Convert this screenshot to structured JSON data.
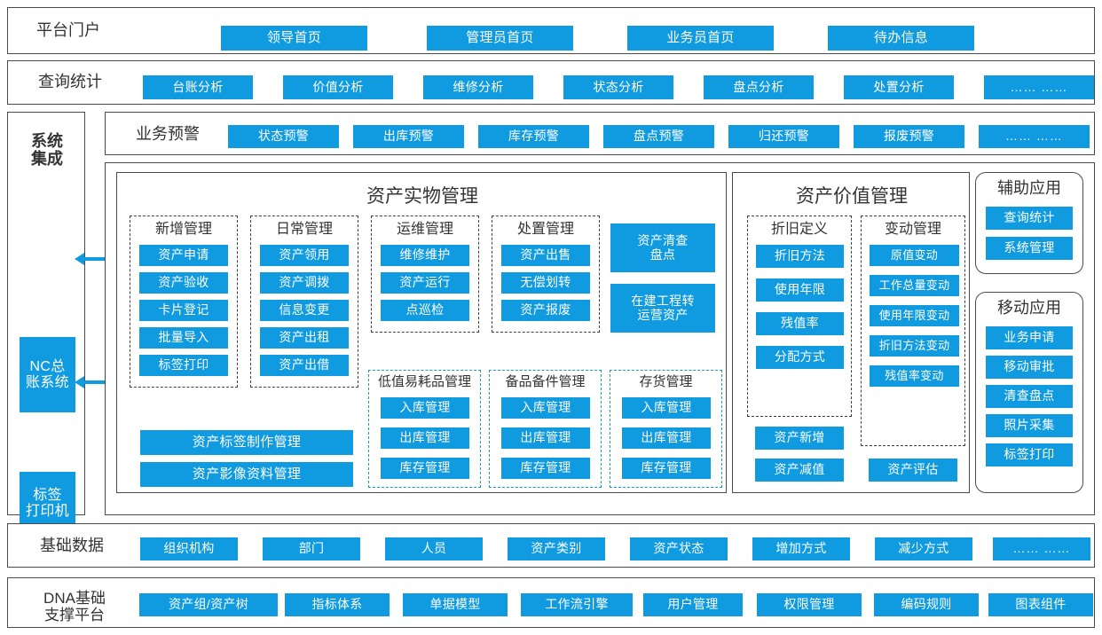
{
  "meta": {
    "accent": "#109BE0",
    "border": "#4a4a4a",
    "text": "#333333"
  },
  "rows": {
    "portal": {
      "label": "平台门户",
      "items": [
        "领导首页",
        "管理员首页",
        "业务员首页",
        "待办信息"
      ]
    },
    "query": {
      "label": "查询统计",
      "items": [
        "台账分析",
        "价值分析",
        "维修分析",
        "状态分析",
        "盘点分析",
        "处置分析",
        "…… ……"
      ]
    },
    "basedata": {
      "label": "基础数据",
      "items": [
        "组织机构",
        "部门",
        "人员",
        "资产类别",
        "资产状态",
        "增加方式",
        "减少方式",
        "…… ……"
      ]
    },
    "dna": {
      "label": "DNA基础\n支撑平台",
      "items": [
        "资产组/资产树",
        "指标体系",
        "单据模型",
        "工作流引擎",
        "用户管理",
        "权限管理",
        "编码规则",
        "图表组件"
      ]
    }
  },
  "integration": {
    "label": "系统\n集成",
    "items": [
      "NC总\n账系统",
      "标签\n打印机"
    ]
  },
  "alerts": {
    "label": "业务预警",
    "items": [
      "状态预警",
      "出库预警",
      "库存预警",
      "盘点预警",
      "归还预警",
      "报废预警",
      "…… ……"
    ]
  },
  "physical": {
    "title": "资产实物管理",
    "groups": [
      {
        "title": "新增管理",
        "items": [
          "资产申请",
          "资产验收",
          "卡片登记",
          "批量导入",
          "标签打印"
        ]
      },
      {
        "title": "日常管理",
        "items": [
          "资产领用",
          "资产调拨",
          "信息变更",
          "资产出租",
          "资产出借"
        ]
      },
      {
        "title": "运维管理",
        "items": [
          "维修维护",
          "资产运行",
          "点巡检"
        ]
      },
      {
        "title": "处置管理",
        "items": [
          "资产出售",
          "无偿划转",
          "资产报废"
        ]
      }
    ],
    "standalone": [
      "资产清查\n盘点",
      "在建工程转\n运营资产"
    ],
    "wide": [
      "资产标签制作管理",
      "资产影像资料管理"
    ],
    "stores": [
      {
        "title": "低值易耗品管理",
        "items": [
          "入库管理",
          "出库管理",
          "库存管理"
        ]
      },
      {
        "title": "备品备件管理",
        "items": [
          "入库管理",
          "出库管理",
          "库存管理"
        ]
      },
      {
        "title": "存货管理",
        "items": [
          "入库管理",
          "出库管理",
          "库存管理"
        ]
      }
    ]
  },
  "value": {
    "title": "资产价值管理",
    "groups": [
      {
        "title": "折旧定义",
        "items": [
          "折旧方法",
          "使用年限",
          "残值率",
          "分配方式"
        ]
      },
      {
        "title": "变动管理",
        "items": [
          "原值变动",
          "工作总量变动",
          "使用年限变动",
          "折旧方法变动",
          "残值率变动"
        ]
      }
    ],
    "extra": [
      "资产新增",
      "资产减值",
      "资产评估"
    ]
  },
  "apps": [
    {
      "title": "辅助应用",
      "items": [
        "查询统计",
        "系统管理"
      ]
    },
    {
      "title": "移动应用",
      "items": [
        "业务申请",
        "移动审批",
        "清查盘点",
        "照片采集",
        "标签打印"
      ]
    }
  ]
}
